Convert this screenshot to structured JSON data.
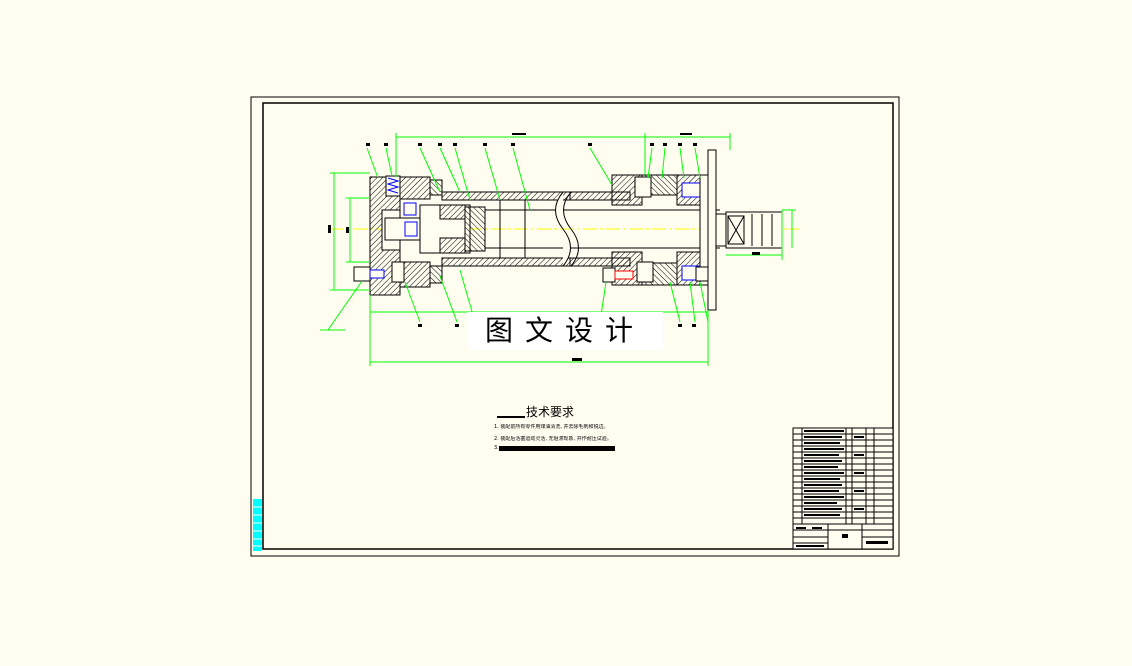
{
  "watermark": {
    "text": "图文设计"
  },
  "tech_requirements": {
    "heading": "技术要求",
    "lines": [
      "1. 装配前所有零件用煤油清洗, 并去除毛刺和锐边。",
      "2. 装配后活塞运动灵活, 无阻滞现象, 并作耐压试验。",
      "3."
    ]
  },
  "colors": {
    "page_background": "#fffdf0",
    "sheet_border": "#000000",
    "dimension_lines": "#00ff00",
    "hatching": "#000000",
    "center_line": "#ffff00",
    "parts": "#0000ff",
    "title_strip": "#00ffff",
    "text": "#000000"
  },
  "icons": {
    "cross_box": "cross-box-icon"
  }
}
